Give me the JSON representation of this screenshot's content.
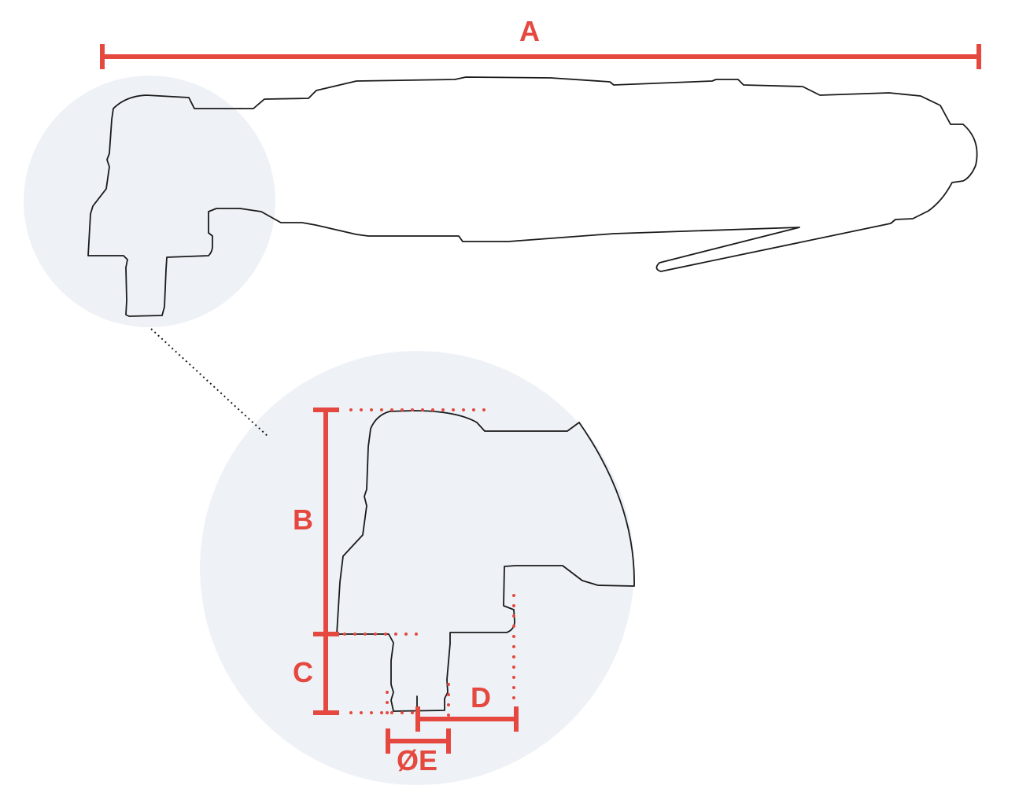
{
  "colors": {
    "accent": "#e5483f",
    "outline": "#1a1a1a",
    "zoom_fill": "#eef2f7",
    "background": "#ffffff"
  },
  "dimensions": {
    "A": "A",
    "B": "B",
    "C": "C",
    "D": "D",
    "E": "ØE"
  }
}
